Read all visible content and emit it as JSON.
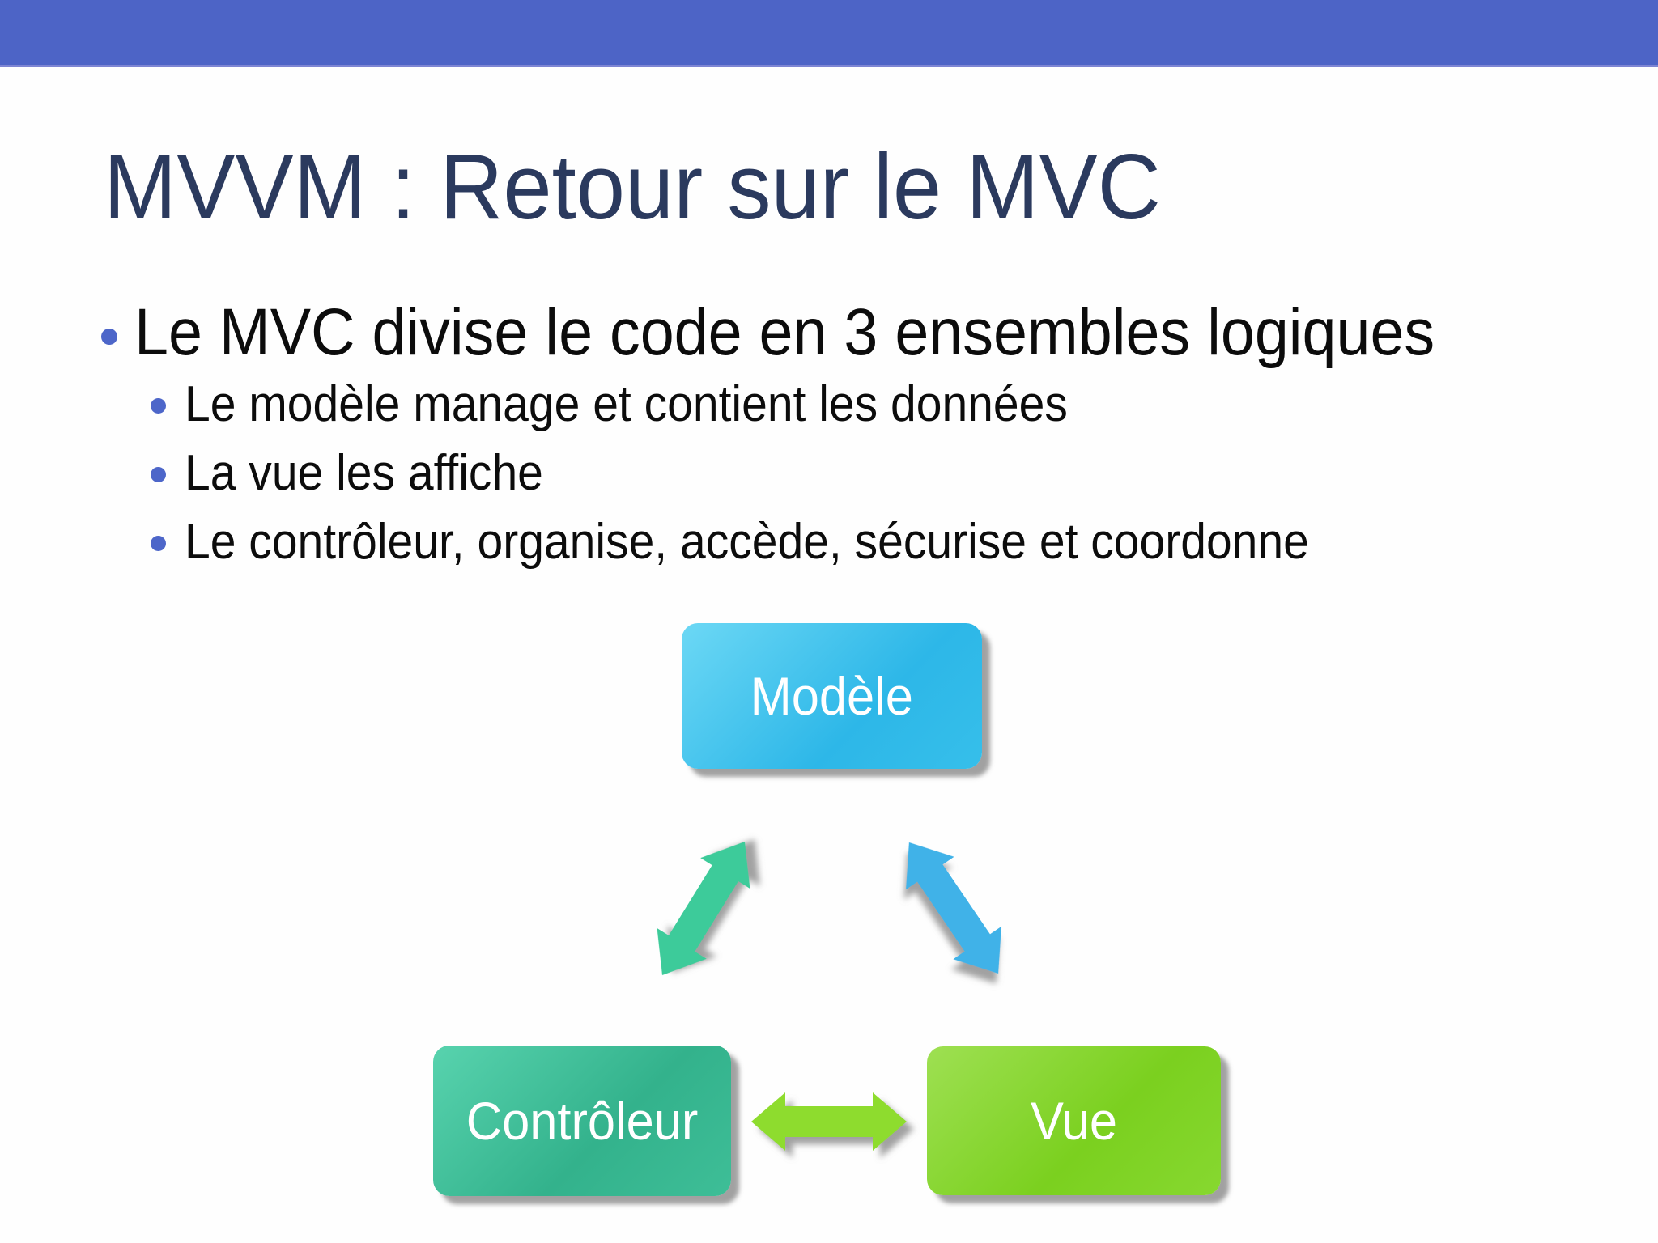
{
  "slide": {
    "top_bar": {
      "color": "#4D64C6",
      "edge_color": "#7D85D3"
    },
    "title": {
      "text": "MVVM : Retour sur le MVC",
      "color": "#2B3A5E"
    },
    "bullets": {
      "accent_color": "#4D66C9",
      "level1": "Le MVC divise le code en 3 ensembles logiques",
      "level2": [
        "Le modèle manage et contient les données",
        "La vue les affiche",
        "Le contrôleur, organise, accède, sécurise et coordonne"
      ]
    },
    "diagram": {
      "nodes": [
        {
          "label": "Modèle",
          "color_start": "#6CD8F5",
          "color_end": "#2DB7E8",
          "gradient": "linear-gradient(135deg, #6CD8F5 0%, #2DB7E8 62%, #36BFEA 100%)"
        },
        {
          "label": "Contrôleur",
          "color_start": "#58D3AE",
          "color_end": "#33B28C",
          "gradient": "linear-gradient(135deg, #58D3AE 0%, #33B28C 58%, #3EBE97 100%)"
        },
        {
          "label": "Vue",
          "color_start": "#9EE052",
          "color_end": "#7BD01F",
          "gradient": "linear-gradient(135deg, #9EE052 0%, #7BD01F 58%, #87D830 100%)"
        }
      ],
      "arrows": [
        {
          "name": "modele-controleur",
          "color": "#3ECB9A"
        },
        {
          "name": "modele-vue",
          "color": "#41B2E8"
        },
        {
          "name": "controleur-vue",
          "color": "#8EDC2F"
        }
      ]
    }
  }
}
